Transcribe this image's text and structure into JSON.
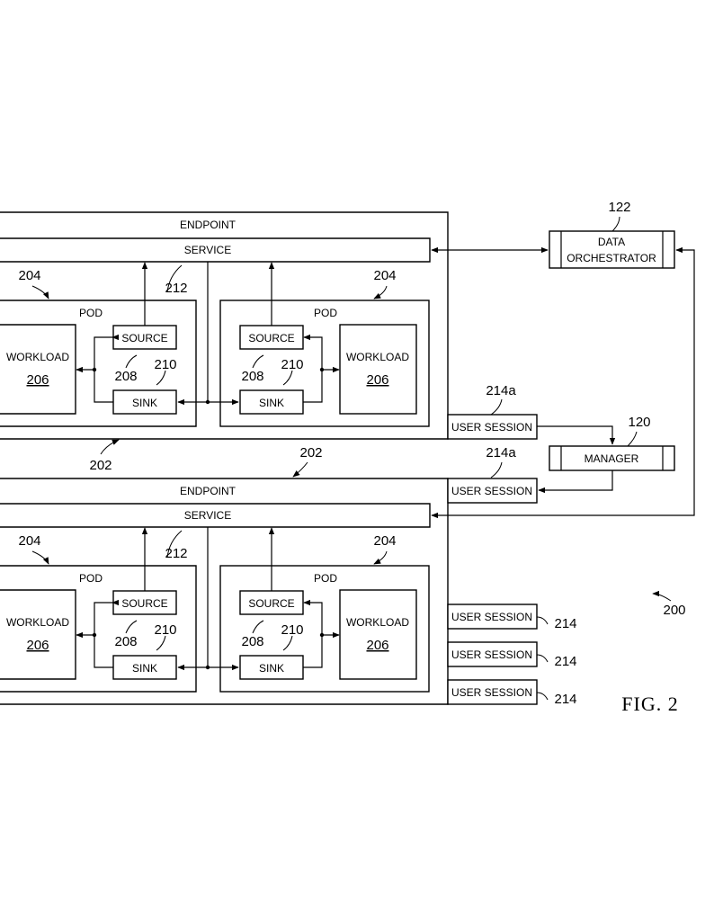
{
  "labels": {
    "endpoint": "ENDPOINT",
    "service": "SERVICE",
    "pod": "POD",
    "source": "SOURCE",
    "sink": "SINK",
    "workload": "WORKLOAD",
    "user_session": "USER SESSION",
    "data": "DATA",
    "orchestrator": "ORCHESTRATOR",
    "manager": "MANAGER"
  },
  "refs": {
    "data_orchestrator": "122",
    "manager": "120",
    "endpoint": "202",
    "pod": "204",
    "workload": "206",
    "source": "208",
    "sink": "210",
    "link": "212",
    "user_session_active": "214a",
    "user_session": "214",
    "figure": "200"
  },
  "caption": "FIG. 2"
}
